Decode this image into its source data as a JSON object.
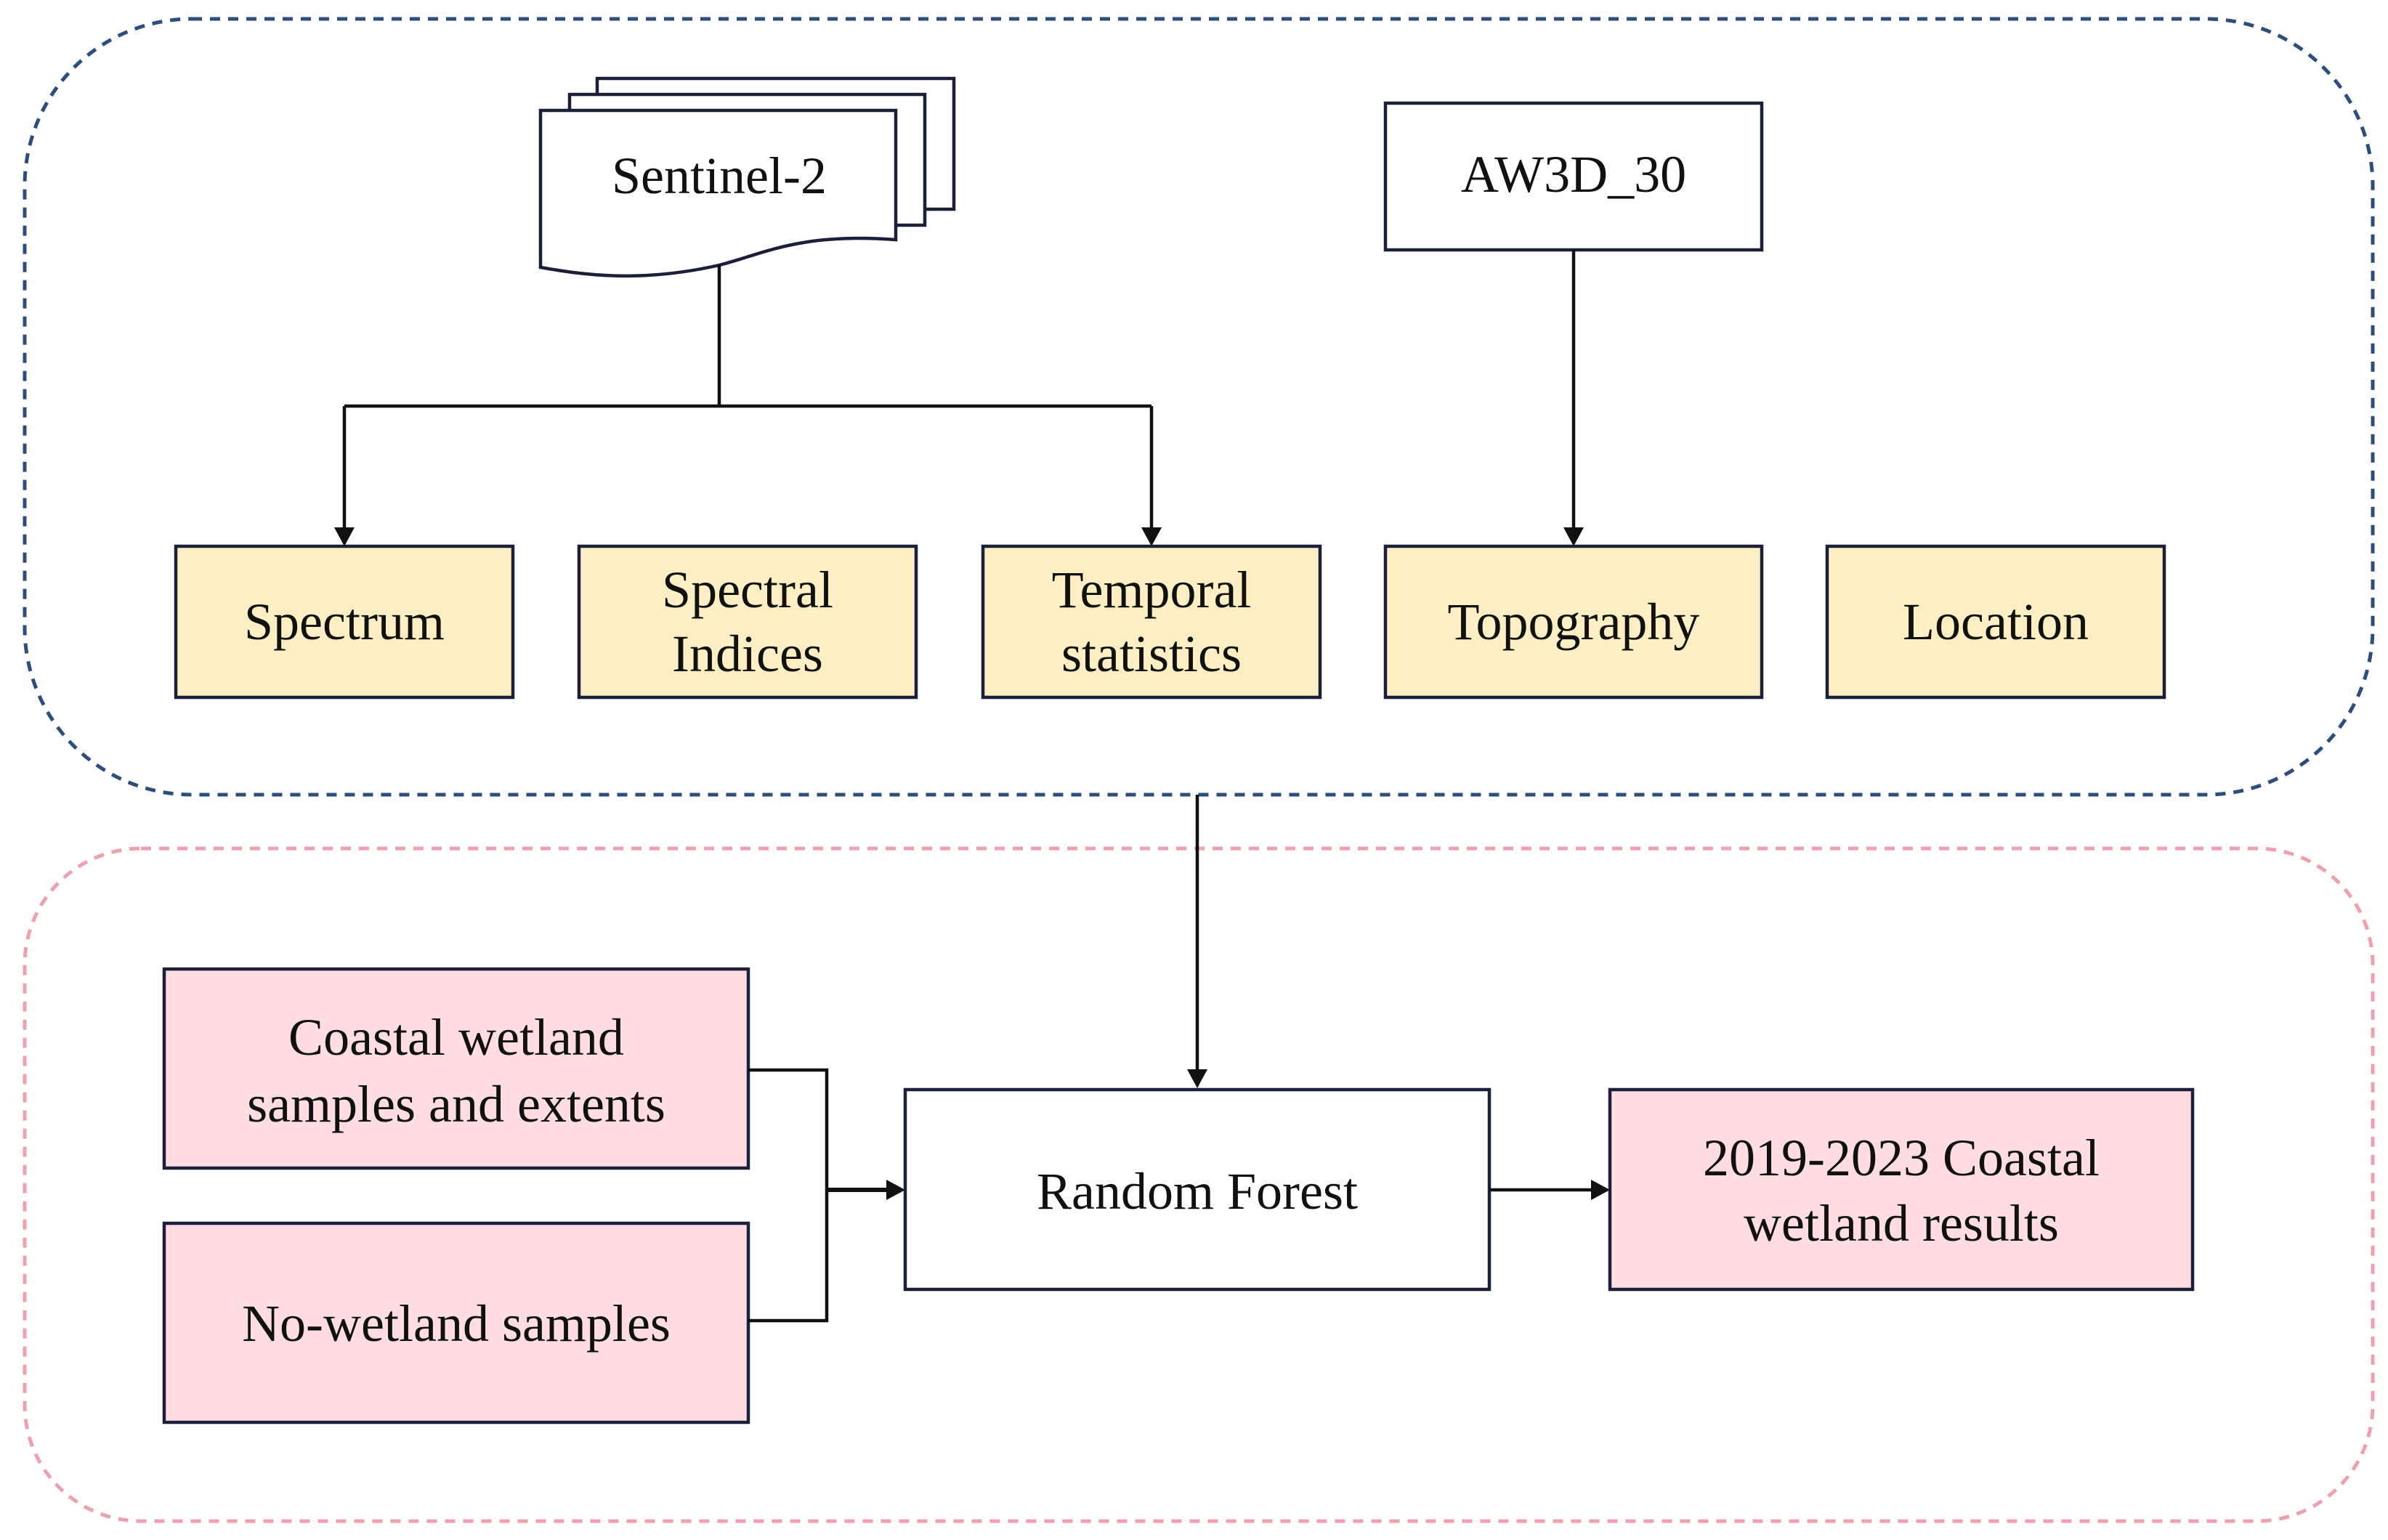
{
  "sources": {
    "sentinel": "Sentinel-2",
    "aw3d": "AW3D_30"
  },
  "features": {
    "spectrum": "Spectrum",
    "spectral_indices": [
      "Spectral",
      "Indices"
    ],
    "temporal_statistics": [
      "Temporal",
      "statistics"
    ],
    "topography": "Topography",
    "location": "Location"
  },
  "classification": {
    "coastal_samples": [
      "Coastal wetland",
      "samples and extents"
    ],
    "nowetland_samples": "No-wetland samples",
    "random_forest": "Random Forest",
    "results": [
      "2019-2023 Coastal",
      "wetland results"
    ]
  },
  "colors": {
    "feature_fill": "#FDEFC3",
    "sample_fill": "#FFDDE3",
    "box_stroke": "#1B1F3B",
    "top_panel_border": "#2C4E7E",
    "bottom_panel_border": "#F0A0AC"
  }
}
